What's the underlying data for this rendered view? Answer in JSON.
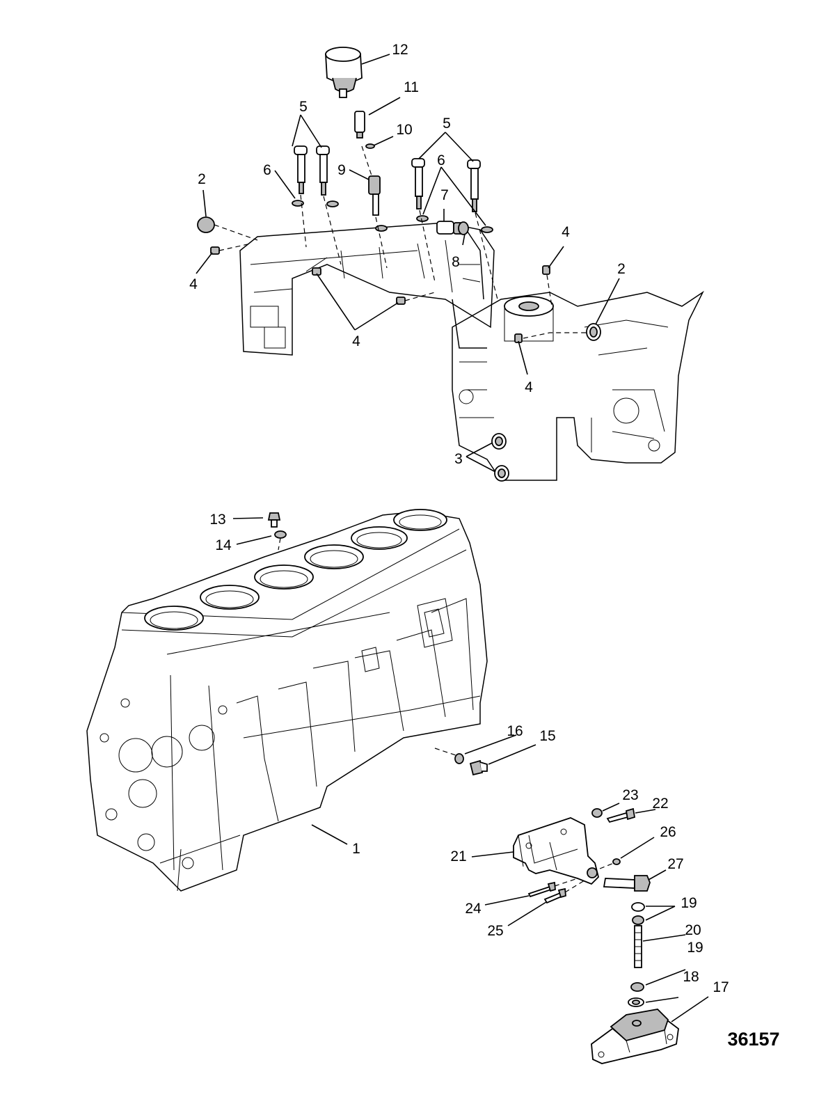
{
  "figure_id": "36157",
  "callouts": [
    {
      "name": "callout-1",
      "label": "1"
    },
    {
      "name": "callout-2a",
      "label": "2"
    },
    {
      "name": "callout-2b",
      "label": "2"
    },
    {
      "name": "callout-3",
      "label": "3"
    },
    {
      "name": "callout-4a",
      "label": "4"
    },
    {
      "name": "callout-4b",
      "label": "4"
    },
    {
      "name": "callout-4c",
      "label": "4"
    },
    {
      "name": "callout-4d",
      "label": "4"
    },
    {
      "name": "callout-5a",
      "label": "5"
    },
    {
      "name": "callout-5b",
      "label": "5"
    },
    {
      "name": "callout-6a",
      "label": "6"
    },
    {
      "name": "callout-6b",
      "label": "6"
    },
    {
      "name": "callout-7",
      "label": "7"
    },
    {
      "name": "callout-8",
      "label": "8"
    },
    {
      "name": "callout-9",
      "label": "9"
    },
    {
      "name": "callout-10",
      "label": "10"
    },
    {
      "name": "callout-11",
      "label": "11"
    },
    {
      "name": "callout-12",
      "label": "12"
    },
    {
      "name": "callout-13",
      "label": "13"
    },
    {
      "name": "callout-14",
      "label": "14"
    },
    {
      "name": "callout-15",
      "label": "15"
    },
    {
      "name": "callout-16",
      "label": "16"
    },
    {
      "name": "callout-17",
      "label": "17"
    },
    {
      "name": "callout-18",
      "label": "18"
    },
    {
      "name": "callout-19a",
      "label": "19"
    },
    {
      "name": "callout-19b",
      "label": "19"
    },
    {
      "name": "callout-20",
      "label": "20"
    },
    {
      "name": "callout-21",
      "label": "21"
    },
    {
      "name": "callout-22",
      "label": "22"
    },
    {
      "name": "callout-23",
      "label": "23"
    },
    {
      "name": "callout-24",
      "label": "24"
    },
    {
      "name": "callout-25",
      "label": "25"
    },
    {
      "name": "callout-26",
      "label": "26"
    },
    {
      "name": "callout-27",
      "label": "27"
    }
  ]
}
